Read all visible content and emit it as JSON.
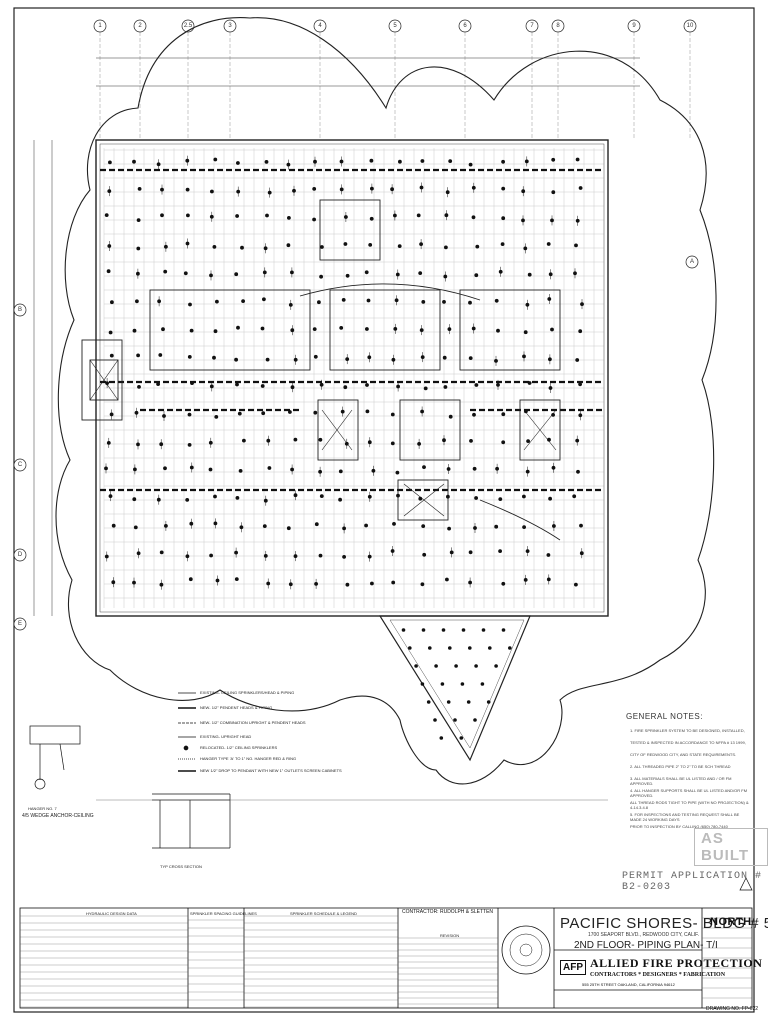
{
  "grid": {
    "columns": [
      "1",
      "2",
      "2.5",
      "3",
      "4",
      "5",
      "6",
      "7",
      "8",
      "9",
      "10"
    ],
    "rows": [
      "A",
      "B",
      "C",
      "D",
      "E"
    ]
  },
  "general_notes": {
    "title": "GENERAL NOTES:",
    "items": [
      "1. FIRE SPRINKLER SYSTEM TO BE DESIGNED, INSTALLED,",
      "TESTED & INSPECTED IN ACCORDANCE TO NFPA # 13 1999,",
      "CITY OF REDWOOD CITY, AND STATE REQUIREMENTS.",
      "2. ALL THREADED PIPE 2\" TO 2\" TO BE SCH THREAD",
      "3. ALL MATERIALS SHALL BE UL LISTED AND / OR FM APPROVED.",
      "4. ALL HANGER SUPPORTS SHALL BE UL LISTED AND/OR FM APPROVED.",
      "ALL THREAD RODS TIGHT TO PIPE (WITH NO PROJECTION) & 4-14.3.4.8",
      "5. FOR INSPECTIONS AND TESTING REQUEST SHALL BE MADE 24 WORKING DAYS",
      "PRIOR TO INSPECTION BY CALLING (650) 780-7440"
    ]
  },
  "stamps": {
    "as_built": "AS BUILT",
    "permit": "PERMIT APPLICATION # B2-0203"
  },
  "title_block": {
    "project": "PACIFIC SHORES- BLDG # 5",
    "address": "1700 SEAPORT BLVD., REDWOOD CITY, CALIF.",
    "sheet": "2ND FLOOR- PIPING PLAN- T/I",
    "company": "ALLIED FIRE PROTECTION",
    "logo": "AFP",
    "tagline": "CONTRACTORS * DESIGNERS * FABRICATION",
    "company_address": "555 25TH STREET OAKLAND, CALIFORNIA 94612",
    "north": "NORTH",
    "drawing_no_label": "DRAWING NO.",
    "drawing_no": "FP-022"
  },
  "contractor": {
    "label": "CONTRACTOR:",
    "name": "RUDOLPH & SLETTEN"
  },
  "tables": {
    "hydraulic": "HYDRAULIC DESIGN DATA",
    "spacing": "SPRINKLER SPACING GUIDELINES",
    "schedule": "SPRINKLER SCHEDULE & LEGEND",
    "revision": "REVISION"
  },
  "legend": [
    "EXISTING- CEILING SPRINKLERS/HEAD & PIPING",
    "NEW- 1/2\" PENDENT HEADS & PIPING",
    "NEW- 1/2\" COMBINATION UPRIGHT & PENDENT HEADS",
    "EXISTING- UPRIGHT HEAD",
    "RELOCATED- 1/2\" CEILING SPRINKLERS",
    "HANGER TYPE 'A' TO 1\" NO. HANGER RED & RING",
    "NEW 1/2\" DROP TO PENDANT WITH NEW 1\" OUTLETS SCREEN CABINETS"
  ],
  "details": {
    "anchor_caption": "HANGER NO. 7",
    "anchor_sub": "4/5 WEDGE ANCHOR-CEILING",
    "cross_section": "TYP CROSS SECTION"
  }
}
